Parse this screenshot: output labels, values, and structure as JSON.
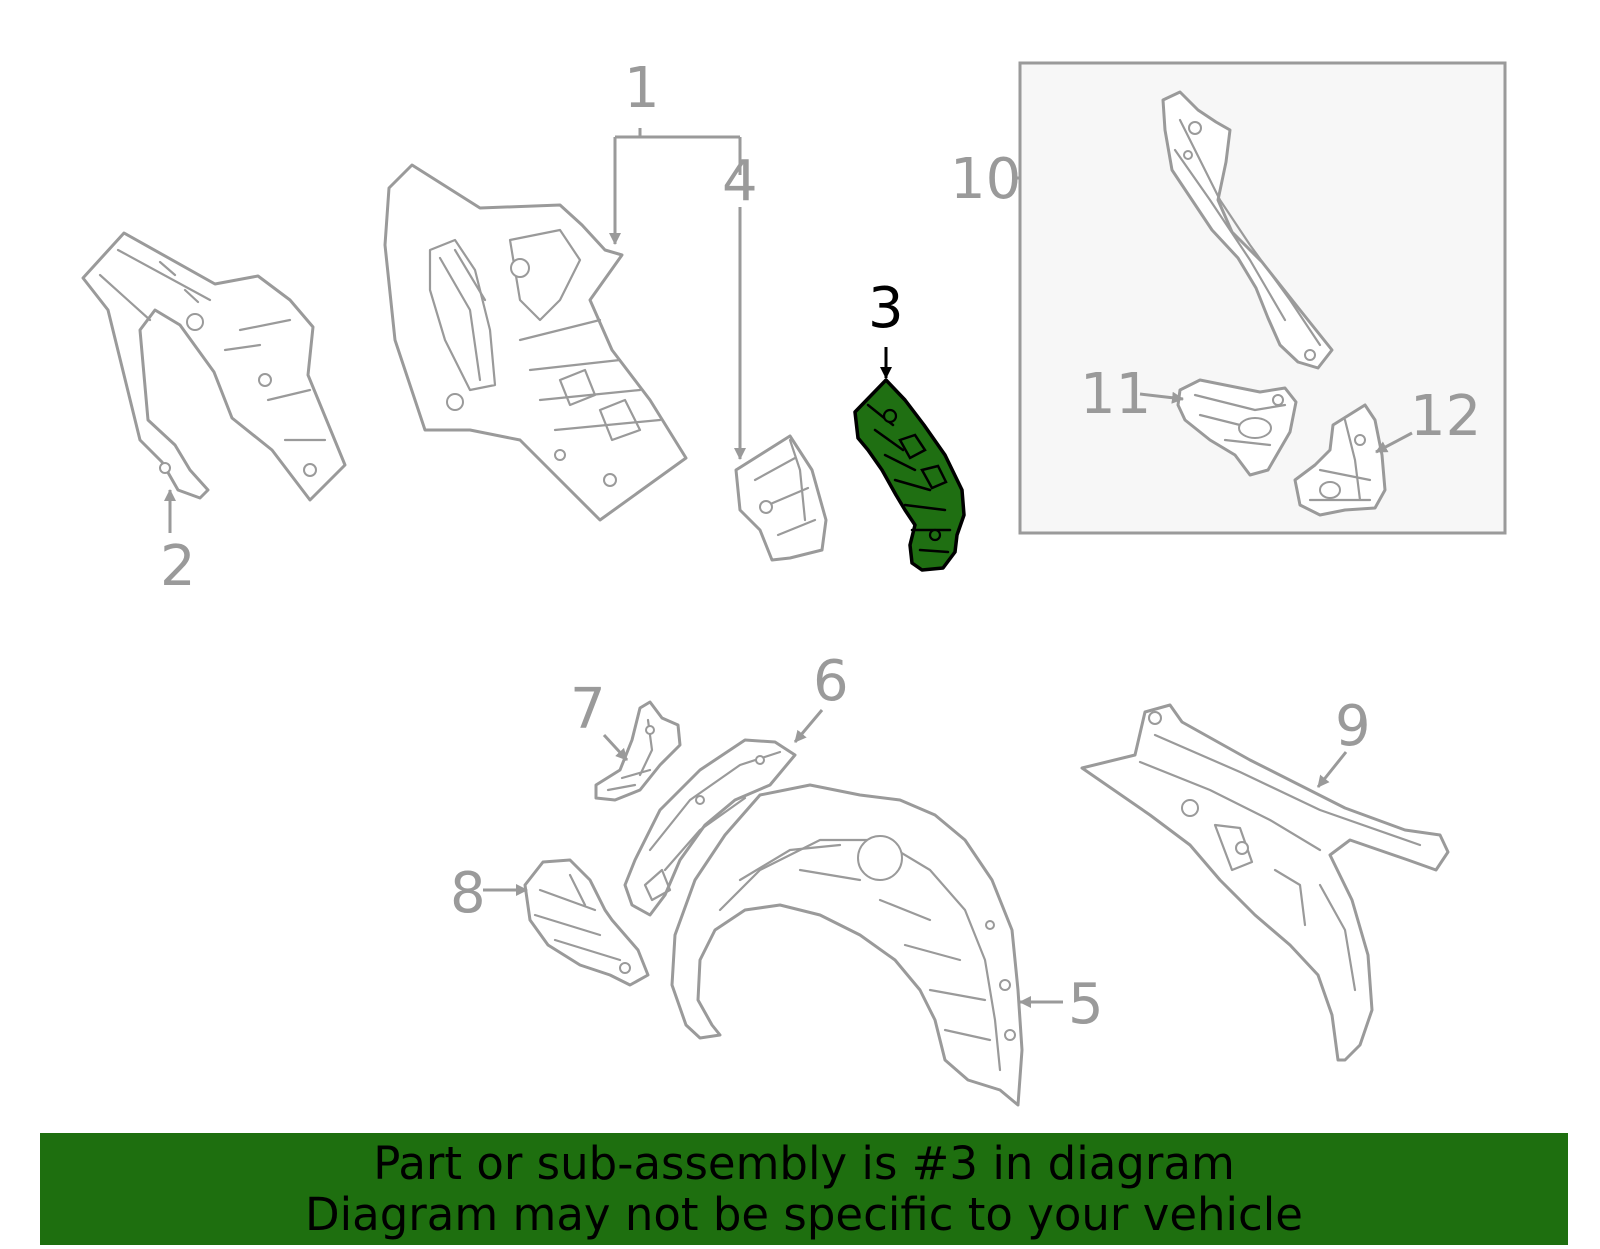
{
  "diagram": {
    "highlighted_part": "3",
    "callouts": [
      {
        "id": "c1",
        "label": "1"
      },
      {
        "id": "c2",
        "label": "2"
      },
      {
        "id": "c3",
        "label": "3"
      },
      {
        "id": "c4",
        "label": "4"
      },
      {
        "id": "c5",
        "label": "5"
      },
      {
        "id": "c6",
        "label": "6"
      },
      {
        "id": "c7",
        "label": "7"
      },
      {
        "id": "c8",
        "label": "8"
      },
      {
        "id": "c9",
        "label": "9"
      },
      {
        "id": "c10",
        "label": "10"
      },
      {
        "id": "c11",
        "label": "11"
      },
      {
        "id": "c12",
        "label": "12"
      }
    ],
    "colors": {
      "line": "#9a9a9a",
      "highlight_fill": "#1f6f12",
      "highlight_line": "#000000",
      "banner": "#1e6f0f",
      "inset_background": "#f7f7f7"
    }
  },
  "banner": {
    "line1": "Part or sub-assembly is #3 in diagram",
    "line2": "Diagram may not be specific to your vehicle"
  }
}
